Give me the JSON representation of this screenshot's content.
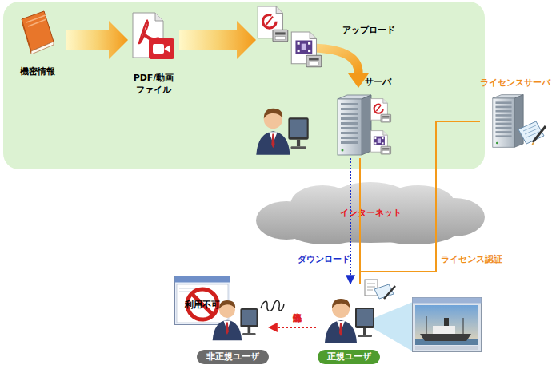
{
  "diagram": {
    "nodes": [
      {
        "text": [
          "機密情報"
        ]
      },
      {
        "text": [
          "PDF/動画 ファイル"
        ]
      },
      {
        "text": [
          "サーバ"
        ]
      },
      {
        "text": [
          "ライセンスサーバ"
        ]
      },
      {
        "text": [
          "インターネット"
        ]
      },
      {
        "text": [
          "利用不可"
        ]
      },
      {
        "text": [
          "非正規ユーザ"
        ]
      },
      {
        "text": [
          "正規ユーザ"
        ]
      }
    ],
    "edges": [
      {
        "from": 0,
        "to": 1,
        "arrow": "to"
      },
      {
        "from": 1,
        "to": 2,
        "arrow": "to",
        "label": "アップロード"
      },
      {
        "from": 2,
        "to": 7,
        "arrow": "to",
        "label": "ダウンロード"
      },
      {
        "from": 3,
        "to": 7,
        "arrow": "none",
        "label": "ライセンス認証"
      },
      {
        "from": 7,
        "to": 6,
        "arrow": "to",
        "label": "外部流出"
      }
    ]
  }
}
